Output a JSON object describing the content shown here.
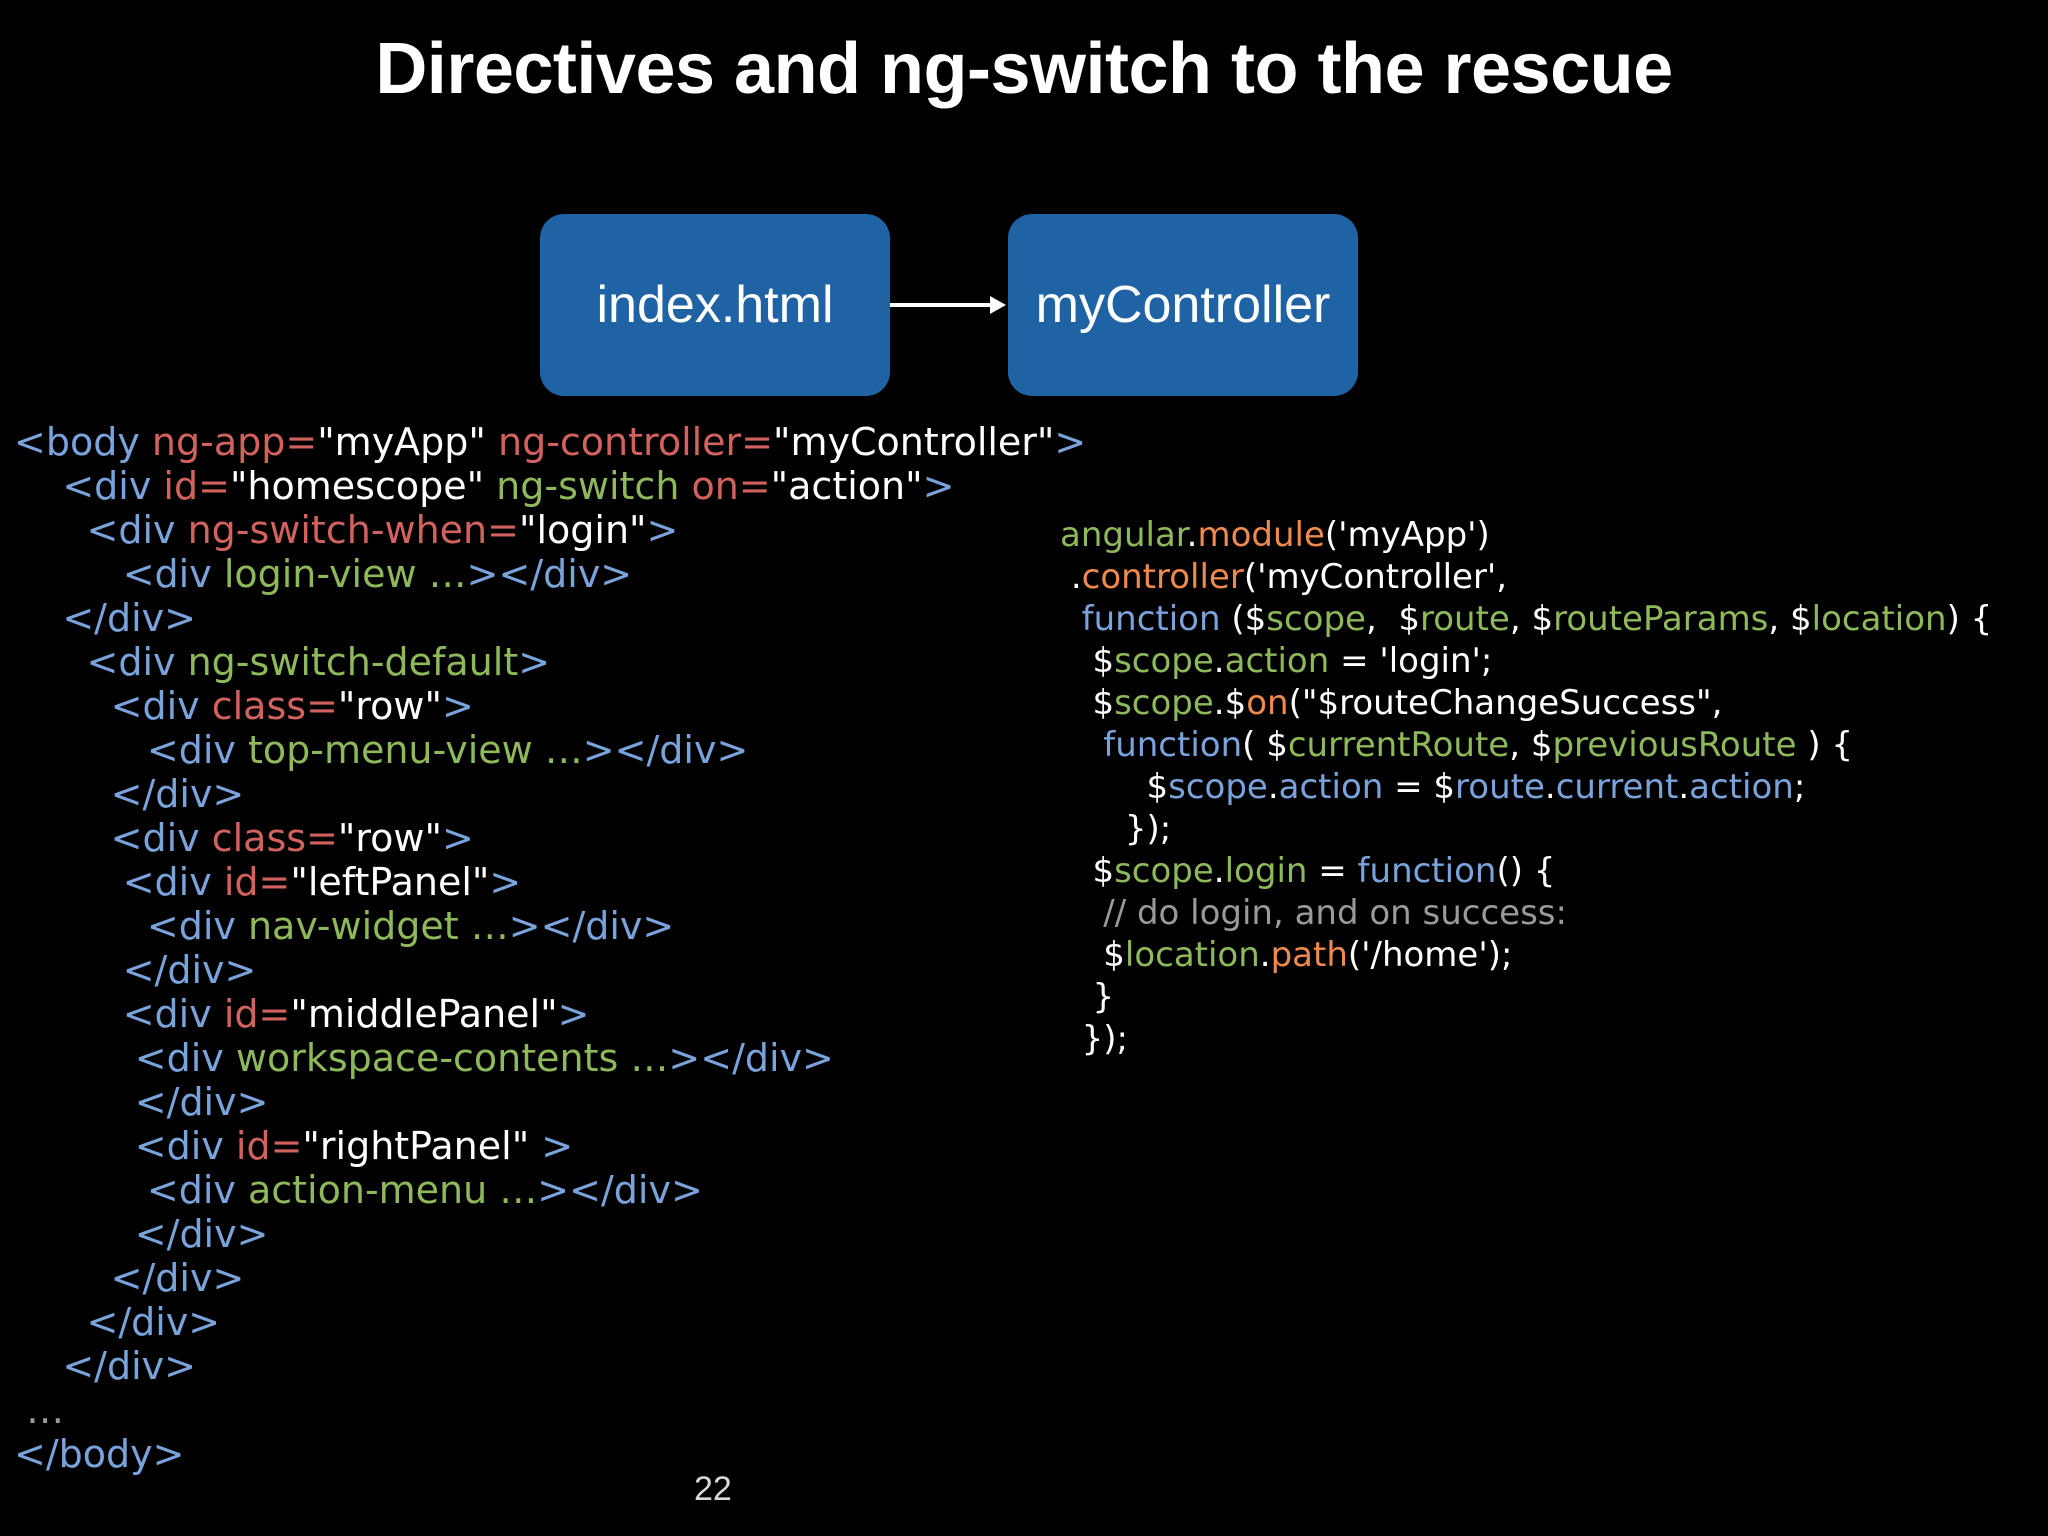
{
  "slide": {
    "title": "Directives and ng-switch to the rescue",
    "page_number": "22"
  },
  "colors": {
    "background": "#000000",
    "node_fill": "#1f63a5",
    "tag": "#7aa3dc",
    "attr": "#d2625f",
    "value": "#ffffff",
    "directive": "#8fb85a",
    "plain": "#ffffff",
    "comment": "#9a9a9a",
    "method": "#ef8a4e"
  },
  "diagram": {
    "nodes": [
      {
        "id": "index",
        "label": "index.html"
      },
      {
        "id": "ctrl",
        "label": "myController"
      }
    ],
    "edges": [
      {
        "from": "index",
        "to": "ctrl"
      }
    ]
  },
  "html_code": [
    {
      "indent": "",
      "tokens": [
        [
          "<body ",
          "tag"
        ],
        [
          "ng-app=",
          "attr"
        ],
        [
          "\"myApp\" ",
          "value"
        ],
        [
          "ng-controller=",
          "attr"
        ],
        [
          "\"myController\"",
          "value"
        ],
        [
          ">",
          "tag"
        ]
      ]
    },
    {
      "indent": "    ",
      "tokens": [
        [
          "<div ",
          "tag"
        ],
        [
          "id=",
          "attr"
        ],
        [
          "\"homescope\" ",
          "value"
        ],
        [
          "ng-switch ",
          "directive"
        ],
        [
          "on=",
          "attr"
        ],
        [
          "\"action\"",
          "value"
        ],
        [
          ">",
          "tag"
        ]
      ]
    },
    {
      "indent": "      ",
      "tokens": [
        [
          "<div ",
          "tag"
        ],
        [
          "ng-switch-when=",
          "attr"
        ],
        [
          "\"login\"",
          "value"
        ],
        [
          ">",
          "tag"
        ]
      ]
    },
    {
      "indent": "         ",
      "tokens": [
        [
          "<div ",
          "tag"
        ],
        [
          "login-view …",
          "directive"
        ],
        [
          "></div>",
          "tag"
        ]
      ]
    },
    {
      "indent": "    ",
      "tokens": [
        [
          "</div>",
          "tag"
        ]
      ]
    },
    {
      "indent": "      ",
      "tokens": [
        [
          "<div ",
          "tag"
        ],
        [
          "ng-switch-default",
          "directive"
        ],
        [
          ">",
          "tag"
        ]
      ]
    },
    {
      "indent": "        ",
      "tokens": [
        [
          "<div ",
          "tag"
        ],
        [
          "class=",
          "attr"
        ],
        [
          "\"row\"",
          "value"
        ],
        [
          ">",
          "tag"
        ]
      ]
    },
    {
      "indent": "           ",
      "tokens": [
        [
          "<div ",
          "tag"
        ],
        [
          "top-menu-view …",
          "directive"
        ],
        [
          "></div>",
          "tag"
        ]
      ]
    },
    {
      "indent": "        ",
      "tokens": [
        [
          "</div>",
          "tag"
        ]
      ]
    },
    {
      "indent": "        ",
      "tokens": [
        [
          "<div ",
          "tag"
        ],
        [
          "class=",
          "attr"
        ],
        [
          "\"row\"",
          "value"
        ],
        [
          ">",
          "tag"
        ]
      ]
    },
    {
      "indent": "         ",
      "tokens": [
        [
          "<div ",
          "tag"
        ],
        [
          "id=",
          "attr"
        ],
        [
          "\"leftPanel\"",
          "value"
        ],
        [
          ">",
          "tag"
        ]
      ]
    },
    {
      "indent": "           ",
      "tokens": [
        [
          "<div ",
          "tag"
        ],
        [
          "nav-widget …",
          "directive"
        ],
        [
          "></div>",
          "tag"
        ]
      ]
    },
    {
      "indent": "         ",
      "tokens": [
        [
          "</div>",
          "tag"
        ]
      ]
    },
    {
      "indent": "         ",
      "tokens": [
        [
          "<div ",
          "tag"
        ],
        [
          "id=",
          "attr"
        ],
        [
          "\"middlePanel\"",
          "value"
        ],
        [
          ">",
          "tag"
        ]
      ]
    },
    {
      "indent": "          ",
      "tokens": [
        [
          "<div ",
          "tag"
        ],
        [
          "workspace-contents …",
          "directive"
        ],
        [
          "></div>",
          "tag"
        ]
      ]
    },
    {
      "indent": "          ",
      "tokens": [
        [
          "</div>",
          "tag"
        ]
      ]
    },
    {
      "indent": "          ",
      "tokens": [
        [
          "<div ",
          "tag"
        ],
        [
          "id=",
          "attr"
        ],
        [
          "\"rightPanel\" ",
          "value"
        ],
        [
          ">",
          "tag"
        ]
      ]
    },
    {
      "indent": "           ",
      "tokens": [
        [
          "<div ",
          "tag"
        ],
        [
          "action-menu …",
          "directive"
        ],
        [
          "></div>",
          "tag"
        ]
      ]
    },
    {
      "indent": "          ",
      "tokens": [
        [
          "</div>",
          "tag"
        ]
      ]
    },
    {
      "indent": "        ",
      "tokens": [
        [
          "</div>",
          "tag"
        ]
      ]
    },
    {
      "indent": "      ",
      "tokens": [
        [
          "</div>",
          "tag"
        ]
      ]
    },
    {
      "indent": "    ",
      "tokens": [
        [
          "</div>",
          "tag"
        ]
      ]
    },
    {
      "indent": " ",
      "tokens": [
        [
          "…",
          "comment"
        ]
      ]
    },
    {
      "indent": "",
      "tokens": [
        [
          "</body>",
          "tag"
        ]
      ]
    }
  ],
  "js_code": [
    {
      "indent": "",
      "tokens": [
        [
          "angular",
          "directive"
        ],
        [
          ".",
          "plain"
        ],
        [
          "module",
          "method"
        ],
        [
          "('myApp')",
          "plain"
        ]
      ]
    },
    {
      "indent": " ",
      "tokens": [
        [
          ".",
          "plain"
        ],
        [
          "controller",
          "method"
        ],
        [
          "('myController',",
          "plain"
        ]
      ]
    },
    {
      "indent": "  ",
      "tokens": [
        [
          "function",
          "tag"
        ],
        [
          " ($",
          "plain"
        ],
        [
          "scope",
          "directive"
        ],
        [
          ",  $",
          "plain"
        ],
        [
          "route",
          "directive"
        ],
        [
          ", $",
          "plain"
        ],
        [
          "routeParams",
          "directive"
        ],
        [
          ", $",
          "plain"
        ],
        [
          "location",
          "directive"
        ],
        [
          ") {",
          "plain"
        ]
      ]
    },
    {
      "indent": "   ",
      "tokens": [
        [
          "$",
          "plain"
        ],
        [
          "scope",
          "directive"
        ],
        [
          ".",
          "plain"
        ],
        [
          "action",
          "directive"
        ],
        [
          " = 'login';",
          "plain"
        ]
      ]
    },
    {
      "indent": "   ",
      "tokens": [
        [
          "$",
          "plain"
        ],
        [
          "scope",
          "directive"
        ],
        [
          ".$",
          "plain"
        ],
        [
          "on",
          "method"
        ],
        [
          "(\"$routeChangeSuccess\",",
          "plain"
        ]
      ]
    },
    {
      "indent": "    ",
      "tokens": [
        [
          "function",
          "tag"
        ],
        [
          "( $",
          "plain"
        ],
        [
          "currentRoute",
          "directive"
        ],
        [
          ", $",
          "plain"
        ],
        [
          "previousRoute",
          "directive"
        ],
        [
          " ) {",
          "plain"
        ]
      ]
    },
    {
      "indent": "        ",
      "tokens": [
        [
          "$",
          "plain"
        ],
        [
          "scope",
          "tag"
        ],
        [
          ".",
          "plain"
        ],
        [
          "action",
          "tag"
        ],
        [
          " = $",
          "plain"
        ],
        [
          "route",
          "tag"
        ],
        [
          ".",
          "plain"
        ],
        [
          "current",
          "tag"
        ],
        [
          ".",
          "plain"
        ],
        [
          "action",
          "tag"
        ],
        [
          ";",
          "plain"
        ]
      ]
    },
    {
      "indent": "      ",
      "tokens": [
        [
          "});",
          "plain"
        ]
      ]
    },
    {
      "indent": "   ",
      "tokens": [
        [
          "$",
          "plain"
        ],
        [
          "scope",
          "directive"
        ],
        [
          ".",
          "plain"
        ],
        [
          "login",
          "directive"
        ],
        [
          " = ",
          "plain"
        ],
        [
          "function",
          "tag"
        ],
        [
          "() {",
          "plain"
        ]
      ]
    },
    {
      "indent": "    ",
      "tokens": [
        [
          "// do login, and on success:",
          "comment"
        ]
      ]
    },
    {
      "indent": "    ",
      "tokens": [
        [
          "$",
          "plain"
        ],
        [
          "location",
          "directive"
        ],
        [
          ".",
          "plain"
        ],
        [
          "path",
          "method"
        ],
        [
          "('/home');",
          "plain"
        ]
      ]
    },
    {
      "indent": "   ",
      "tokens": [
        [
          "}",
          "plain"
        ]
      ]
    },
    {
      "indent": "  ",
      "tokens": [
        [
          "});",
          "plain"
        ]
      ]
    }
  ]
}
